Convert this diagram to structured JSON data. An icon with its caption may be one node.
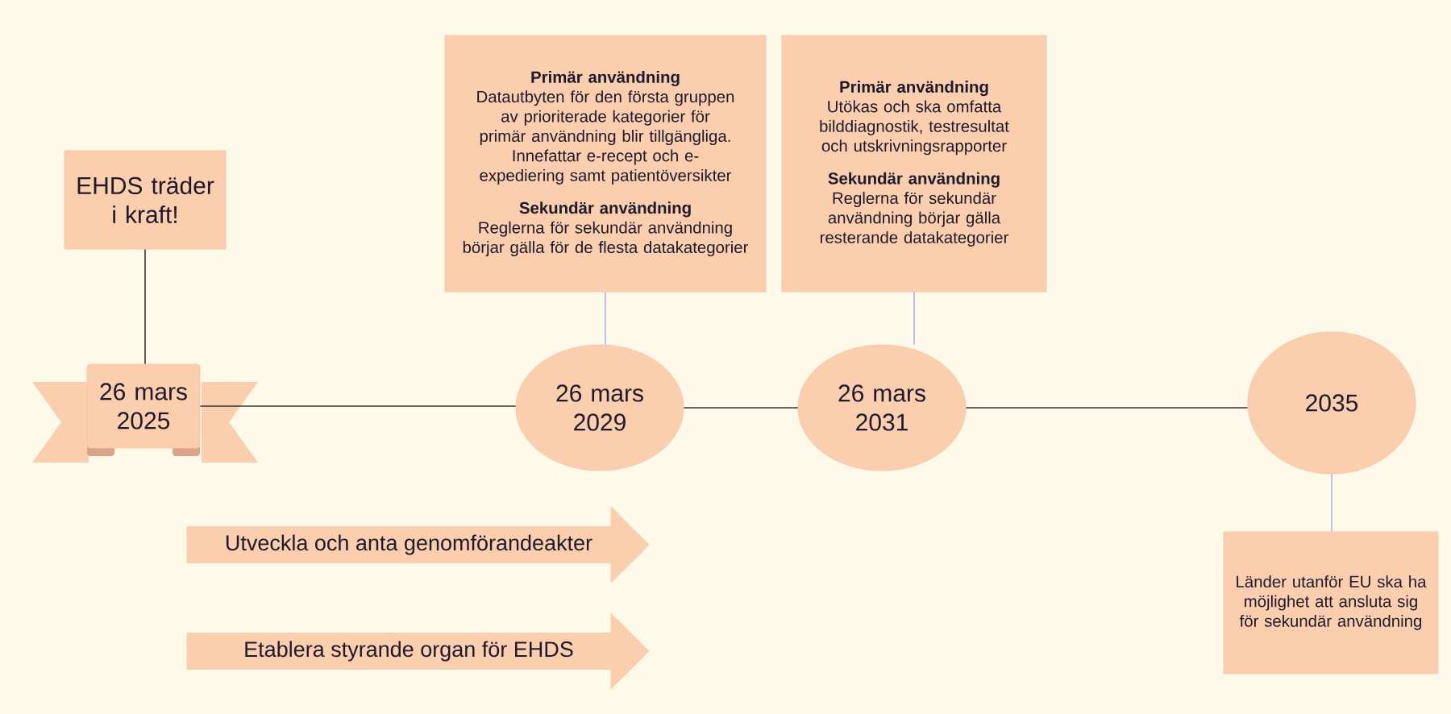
{
  "diagram": {
    "nodes": [
      {
        "text": [
          "EHDS träder i kraft!"
        ]
      },
      {
        "text": [
          "26 mars 2025"
        ]
      },
      {
        "text": [
          "Primär användning",
          "Datautbyten för den första gruppen av prioriterade kategorier för primär användning blir tillgängliga. Innefattar e-recept och e-expediering samt patientöversikter",
          "Sekundär användning",
          "Reglerna för sekundär användning börjar gälla för de flesta datakategorier"
        ]
      },
      {
        "text": [
          "26 mars 2029"
        ]
      },
      {
        "text": [
          "Primär användning",
          "Utökas och ska omfatta bilddiagnostik, testresultat och utskrivningsrapporter",
          "Sekundär användning",
          "Reglerna för sekundär användning börjar gälla resterande datakategorier"
        ]
      },
      {
        "text": [
          "26 mars 2031"
        ]
      },
      {
        "text": [
          "2035"
        ]
      },
      {
        "text": [
          "Länder utanför EU ska ha möjlighet att ansluta sig för sekundär användning"
        ]
      },
      {
        "text": [
          "Utveckla och anta genomförandeakter"
        ]
      },
      {
        "text": [
          "Etablera styrande organ för EHDS"
        ]
      }
    ],
    "edges": [
      {
        "from": 0,
        "to": 1,
        "arrow": "none"
      },
      {
        "from": 1,
        "to": 3,
        "arrow": "none"
      },
      {
        "from": 2,
        "to": 3,
        "arrow": "none",
        "color": "#a9b2f2"
      },
      {
        "from": 3,
        "to": 5,
        "arrow": "none"
      },
      {
        "from": 4,
        "to": 5,
        "arrow": "none",
        "color": "#a9b2f2"
      },
      {
        "from": 5,
        "to": 6,
        "arrow": "none"
      },
      {
        "from": 6,
        "to": 7,
        "arrow": "none",
        "color": "#a9b2f2"
      }
    ]
  }
}
